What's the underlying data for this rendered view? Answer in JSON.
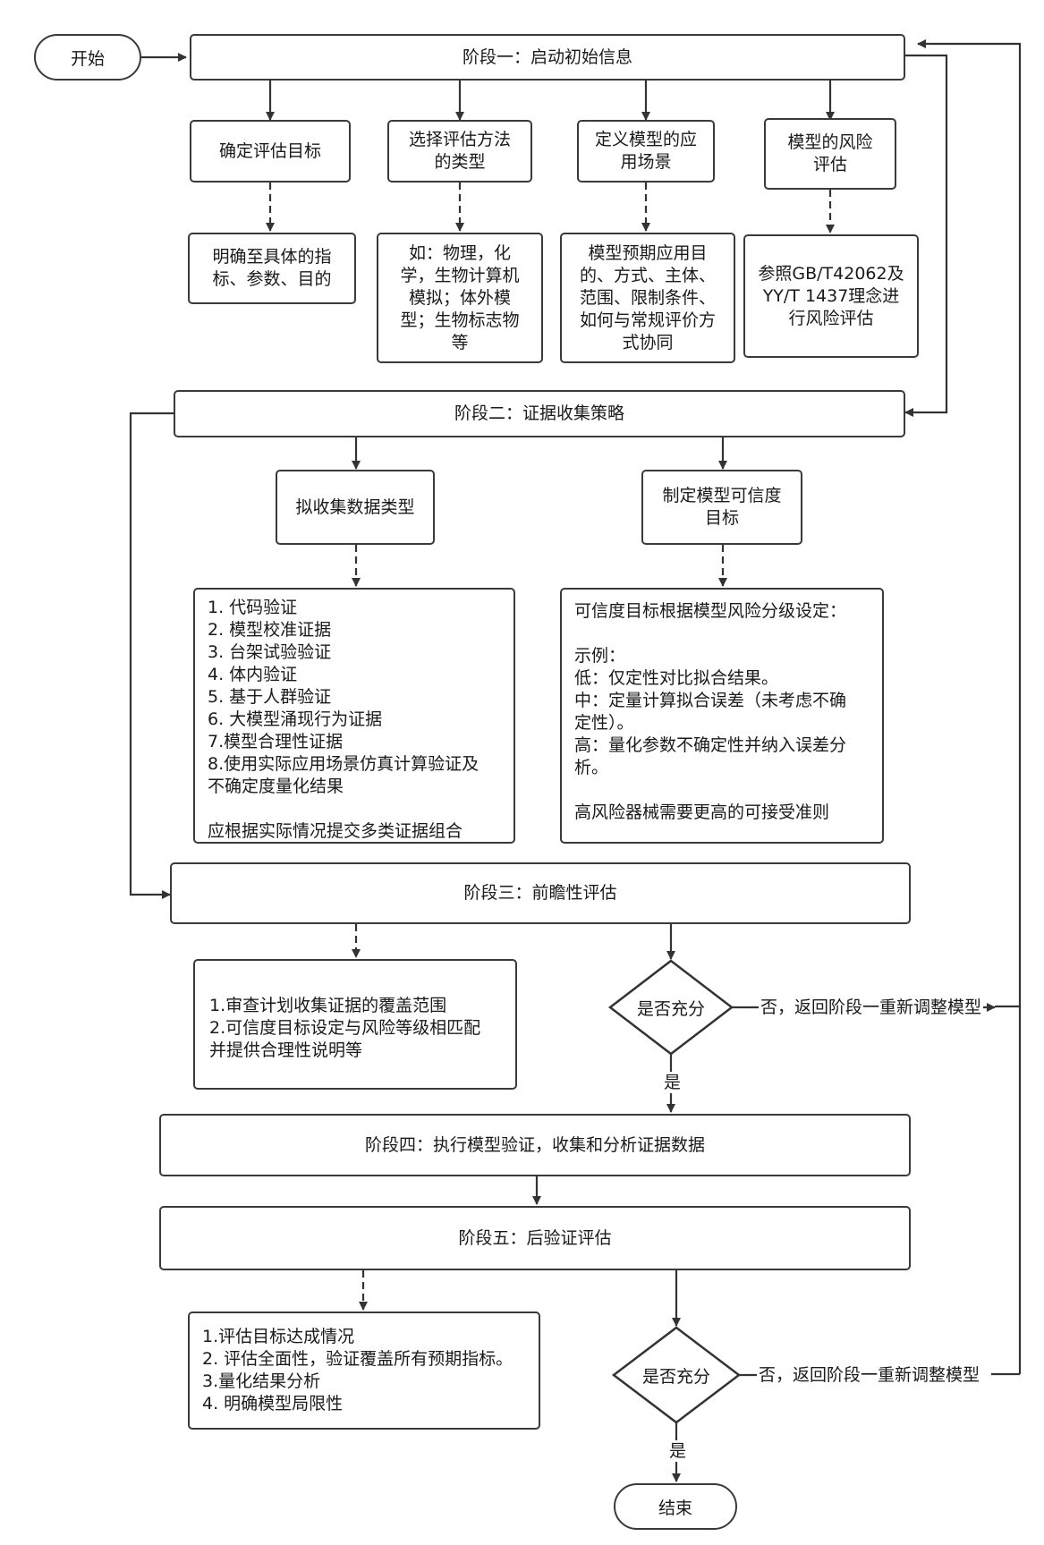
{
  "start": "开始",
  "end": "结束",
  "stage1": {
    "title": "阶段一：启动初始信息",
    "boxes": [
      "确定评估目标",
      "选择评估方法\n的类型",
      "定义模型的应\n用场景",
      "模型的风险\n评估"
    ],
    "details": [
      "明确至具体的指\n标、参数、目的",
      "如：物理，化\n学，生物计算机\n模拟；体外模\n型；生物标志物\n等",
      "模型预期应用目\n的、方式、主体、\n范围、限制条件、\n如何与常规评价方\n式协同",
      "参照GB/T42062及\nYY/T 1437理念进\n行风险评估"
    ]
  },
  "stage2": {
    "title": "阶段二：证据收集策略",
    "boxes": [
      "拟收集数据类型",
      "制定模型可信度\n目标"
    ],
    "evidence_list": "1. 代码验证\n2. 模型校准证据\n3. 台架试验验证\n4. 体内验证\n5. 基于人群验证\n6. 大模型涌现行为证据\n7.模型合理性证据\n8.使用实际应用场景仿真计算验证及\n不确定度量化结果\n\n应根据实际情况提交多类证据组合",
    "credibility": "可信度目标根据模型风险分级设定：\n\n示例：\n低：仅定性对比拟合结果。\n中：定量计算拟合误差（未考虑不确\n定性）。\n高：量化参数不确定性并纳入误差分\n析。\n\n高风险器械需要更高的可接受准则"
  },
  "stage3": {
    "title": "阶段三：前瞻性评估",
    "detail": "1.审查计划收集证据的覆盖范围\n2.可信度目标设定与风险等级相匹配\n并提供合理性说明等",
    "decision": "是否充分",
    "no_label": "否，返回阶段一重新调整模型",
    "yes_label": "是"
  },
  "stage4": {
    "title": "阶段四：执行模型验证，收集和分析证据数据"
  },
  "stage5": {
    "title": "阶段五：后验证评估",
    "detail": "1.评估目标达成情况\n2. 评估全面性，验证覆盖所有预期指标。\n3.量化结果分析\n4. 明确模型局限性",
    "decision": "是否充分",
    "no_label": "否，返回阶段一重新调整模型",
    "yes_label": "是"
  }
}
